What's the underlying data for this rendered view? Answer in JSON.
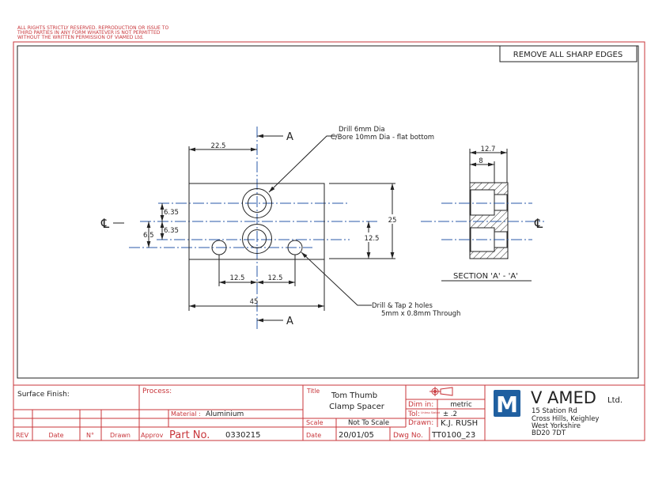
{
  "copyright_notice": [
    "ALL RIGHTS STRICTLY RESERVED. REPRODUCTION OR ISSUE TO",
    "THIRD PARTIES IN ANY FORM WHATEVER IS NOT PERMITTED",
    "WITHOUT THE WRITTEN PERMISSION OF VIAMED Ltd."
  ],
  "note": "REMOVE ALL SHARP EDGES",
  "colors": {
    "border": "#c8353a",
    "centerline": "#2a5aa8",
    "ink": "#222222",
    "logo": "#1f5fa0"
  },
  "front_view": {
    "section_label": "A",
    "dims": {
      "half_width": "22.5",
      "width": "45",
      "height": "25",
      "hole_offset": "12.5",
      "tap_left": "12.5",
      "tap_right": "12.5",
      "pitch_top": "6.35",
      "pitch_bottom": "6.35",
      "tap_offset": "6.5"
    },
    "callout_bore": [
      "Drill 6mm Dia",
      "C/Bore 10mm Dia - flat bottom"
    ],
    "callout_tap": [
      "Drill & Tap 2 holes",
      "5mm x 0.8mm Through"
    ]
  },
  "section_view": {
    "dims": {
      "thickness": "12.7",
      "bore_depth": "8"
    },
    "title": "SECTION 'A' - 'A'"
  },
  "title_block": {
    "surface_finish_label": "Surface Finish:",
    "process_label": "Process:",
    "material_label": "Material :",
    "material": "Aluminium",
    "rev_label": "REV",
    "date_col_label": "Date",
    "no_label": "N°",
    "drawn_col_label": "Drawn",
    "approv_label": "Approv",
    "part_no_label": "Part No.",
    "part_no": "0330215",
    "title_label": "Title",
    "title_lines": [
      "Tom Thumb",
      "Clamp Spacer"
    ],
    "scale_label": "Scale",
    "scale": "Not To Scale",
    "date_label": "Date",
    "date": "20/01/05",
    "dwg_no_label": "Dwg No.",
    "dwg_no": "TT0100_23",
    "dim_in_label": "Dim in:",
    "dim_in": "metric",
    "tol_label": "Tol:",
    "tol_sub": "Unless Stated",
    "tol": "± .2",
    "drawn_label": "Drawn:",
    "drawn_by": "K.J. RUSH"
  },
  "company": {
    "logo_letter": "M",
    "name": "V AMED",
    "suffix": "Ltd.",
    "address": [
      "15 Station Rd",
      "Cross Hills, Keighley",
      "West Yorkshire",
      "BD20 7DT"
    ]
  }
}
